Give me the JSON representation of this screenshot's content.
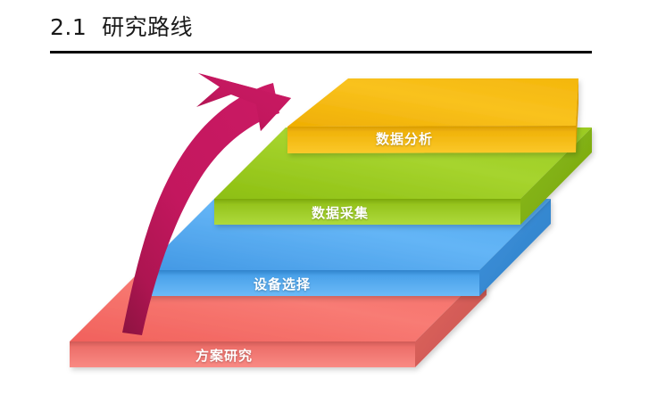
{
  "slide": {
    "title": "2.1  研究路线",
    "background_color": "#ffffff",
    "title_color": "#1a1a1a",
    "rule_color": "#000000"
  },
  "diagram": {
    "name": "ascending-3d-steps-with-arrow",
    "label_text_color": "#ffffff",
    "arrow": {
      "name": "upward-curved-arrow",
      "color": "#C3175E",
      "color_dark": "#7D1038",
      "direction": "bottom-left-to-top-right"
    },
    "steps": [
      {
        "index": 1,
        "label": "方案研究",
        "top_color": "#F4706A",
        "top_color_light": "#F8847E",
        "front_color": "#F4706A",
        "front_color_dark": "#D9615C",
        "side_color": "#D95A56"
      },
      {
        "index": 2,
        "label": "设备选择",
        "top_color": "#4FA8EF",
        "top_color_light": "#68B6F3",
        "front_color": "#4FA8EF",
        "front_color_dark": "#3C90D6",
        "side_color": "#3A8AD0"
      },
      {
        "index": 3,
        "label": "数据采集",
        "top_color": "#9BCB23",
        "top_color_light": "#A9D434",
        "front_color": "#9BCB23",
        "front_color_dark": "#86B315",
        "side_color": "#84B117"
      },
      {
        "index": 4,
        "label": "数据分析",
        "top_color": "#F4B70C",
        "top_color_light": "#F8C425",
        "front_color": "#F4B70C",
        "front_color_dark": "#DB9E05",
        "side_color": "#D89B06"
      }
    ]
  }
}
